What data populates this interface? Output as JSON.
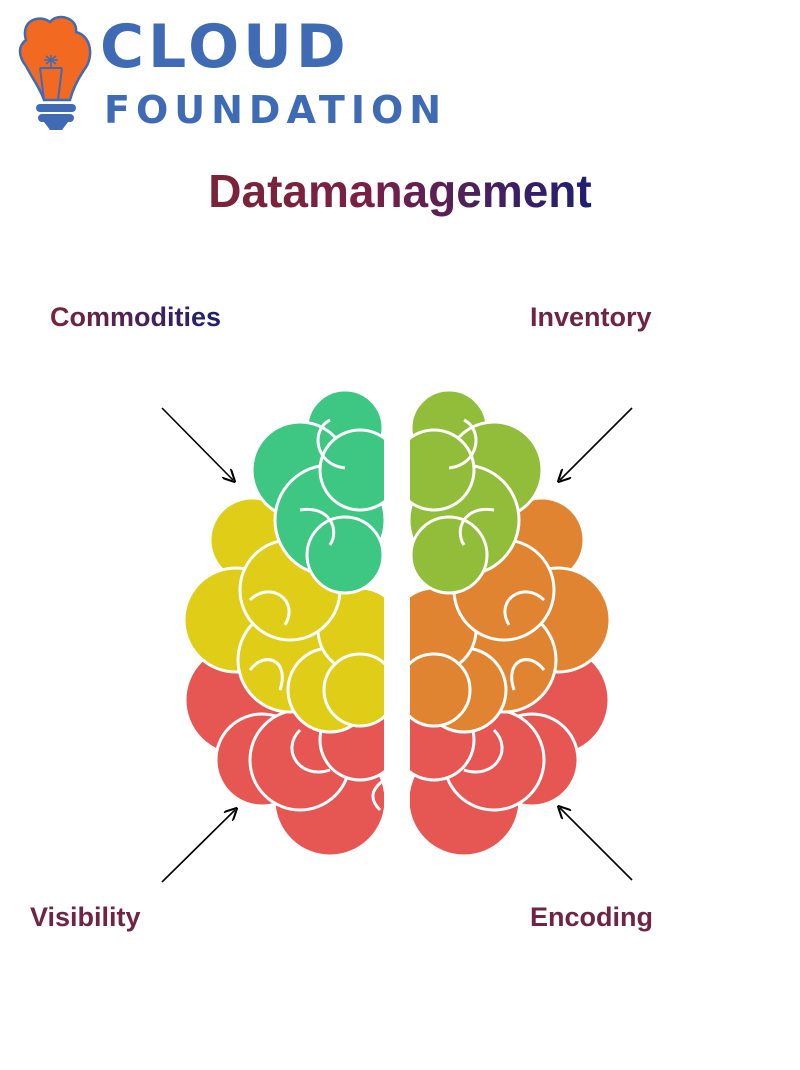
{
  "logo": {
    "line1": "CLOUD",
    "line2": "FOUNDATION"
  },
  "title": "Datamanagement",
  "labels": {
    "top_left": "Commodities",
    "top_right": "Inventory",
    "bottom_left": "Visibility",
    "bottom_right": "Encoding"
  },
  "colors": {
    "brand_blue": "#3f6bb5",
    "brand_orange": "#f26a21",
    "left_top": "#3ec683",
    "left_mid": "#dfcd17",
    "bottom": "#e65753",
    "right_top": "#92bd3a",
    "right_mid": "#e08431"
  }
}
